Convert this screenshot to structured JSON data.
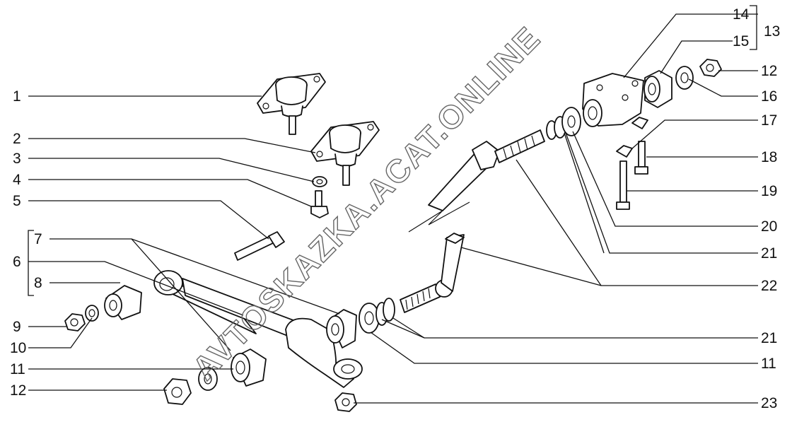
{
  "watermark": "AVTOSKAZKA.ACAT.ONLINE",
  "callouts": {
    "n1": "1",
    "n2": "2",
    "n3": "3",
    "n4": "4",
    "n5": "5",
    "n6": "6",
    "n7": "7",
    "n8": "8",
    "n9": "9",
    "n10": "10",
    "n11_left": "11",
    "n12_left": "12",
    "n13": "13",
    "n14": "14",
    "n15": "15",
    "n12_right": "12",
    "n16": "16",
    "n17": "17",
    "n18": "18",
    "n19": "19",
    "n20": "20",
    "n21_upper": "21",
    "n22": "22",
    "n21_lower": "21",
    "n11_right": "11",
    "n23": "23"
  }
}
